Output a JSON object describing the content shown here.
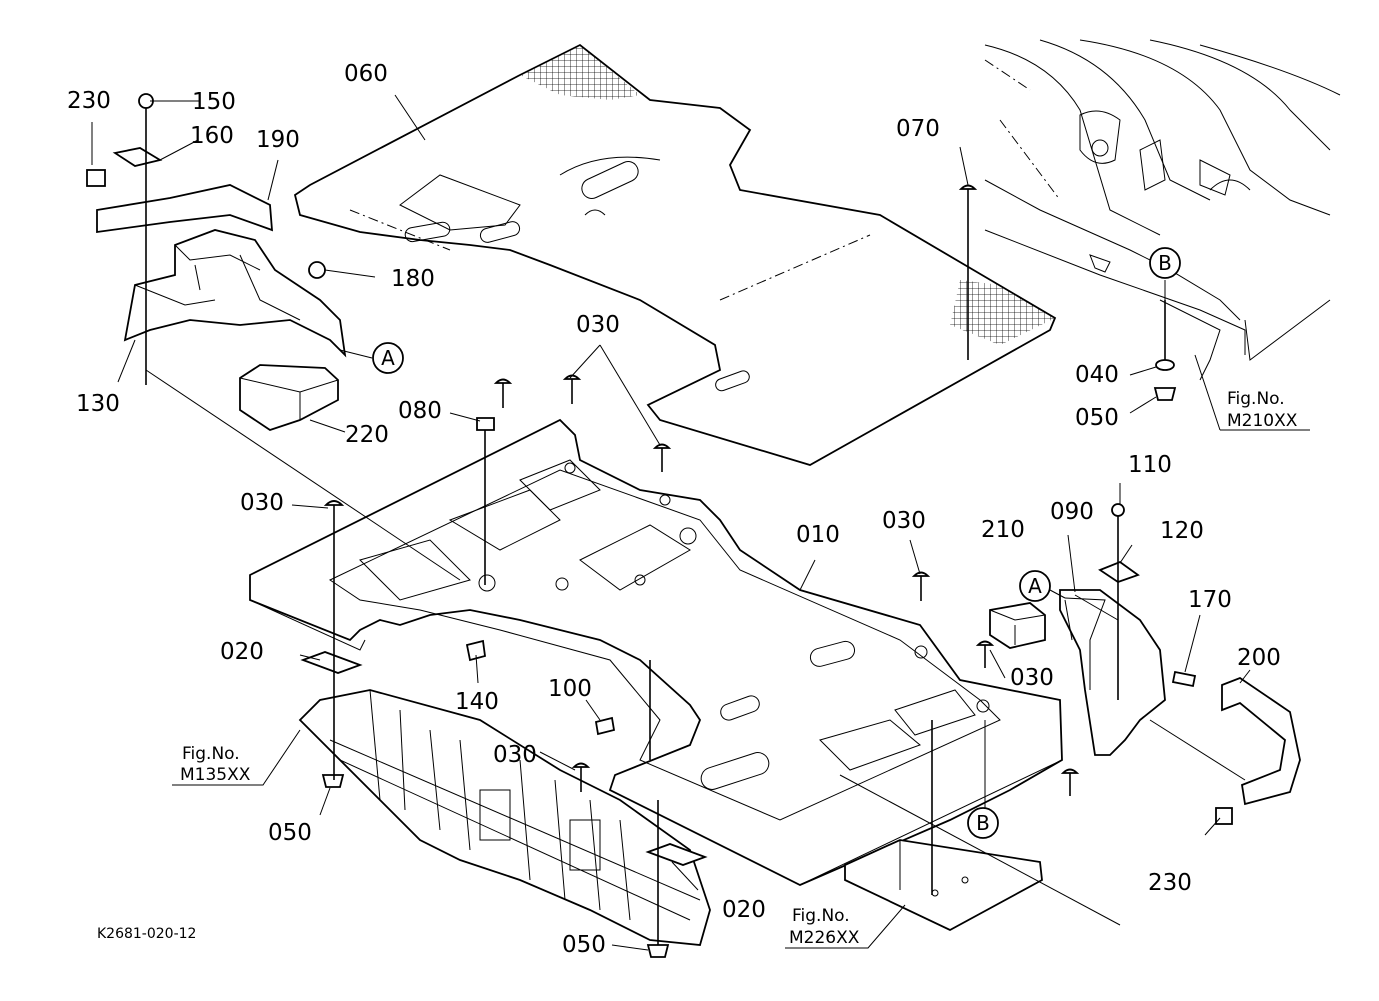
{
  "drawing_code": "K2681-020-12",
  "fig_label": "Fig.No.",
  "fig_refs": {
    "m135": "M135XX",
    "m210": "M210XX",
    "m226": "M226XX"
  },
  "callouts": {
    "a": "A",
    "b": "B"
  },
  "parts": {
    "p010": "010",
    "p020a": "020",
    "p020b": "020",
    "p030a": "030",
    "p030b": "030",
    "p030c": "030",
    "p030d": "030",
    "p040": "040",
    "p050a": "050",
    "p050b": "050",
    "p050c": "050",
    "p060": "060",
    "p070": "070",
    "p080": "080",
    "p090": "090",
    "p100": "100",
    "p110": "110",
    "p120": "120",
    "p130": "130",
    "p140": "140",
    "p150": "150",
    "p160": "160",
    "p170": "170",
    "p180": "180",
    "p190": "190",
    "p200": "200",
    "p210": "210",
    "p220": "220",
    "p230a": "230",
    "p230b": "230"
  }
}
